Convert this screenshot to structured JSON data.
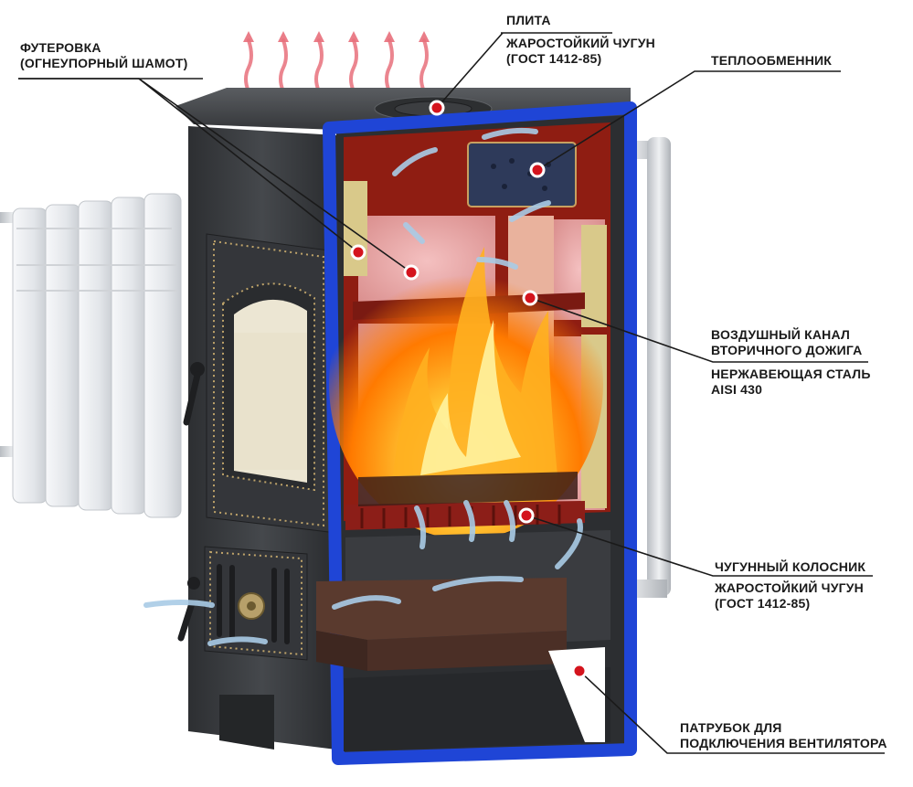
{
  "labels": {
    "plate": {
      "title": "ПЛИТА",
      "lines": [
        "ЖАРОСТОЙКИЙ ЧУГУН",
        "(ГОСТ 1412-85)"
      ]
    },
    "lining": {
      "lines": [
        "ФУТЕРОВКА",
        "(ОГНЕУПОРНЫЙ ШАМОТ)"
      ]
    },
    "heat_exchanger": {
      "title": "ТЕПЛООБМЕННИК"
    },
    "air_channel": {
      "lines": [
        "ВОЗДУШНЫЙ КАНАЛ",
        "ВТОРИЧНОГО ДОЖИГА"
      ],
      "sub_lines": [
        "НЕРЖАВЕЮЩАЯ СТАЛЬ",
        "AISI 430"
      ]
    },
    "grate": {
      "title": "ЧУГУННЫЙ КОЛОСНИК",
      "sub_lines": [
        "ЖАРОСТОЙКИЙ ЧУГУН",
        "(ГОСТ 1412-85)"
      ]
    },
    "fan_pipe": {
      "lines": [
        "ПАТРУБОК ДЛЯ",
        "ПОДКЛЮЧЕНИЯ ВЕНТИЛЯТОРА"
      ]
    }
  },
  "colors": {
    "stove_body": "#3a3c3f",
    "cutaway_blue": "#1f45d6",
    "firebox_red": "#8f1d12",
    "fireclay": "#d9c98a",
    "flame": "#ff8a00",
    "marker": "#d4141d",
    "heat_arrow": "#e8707c",
    "air_arrow": "#a9cbe6",
    "leader_line": "#1a1a1a"
  },
  "icons": [
    "radiator-icon",
    "heat-exchanger-icon",
    "grate-icon",
    "ash-drawer-icon",
    "door-handle-icon",
    "air-damper-icon"
  ]
}
